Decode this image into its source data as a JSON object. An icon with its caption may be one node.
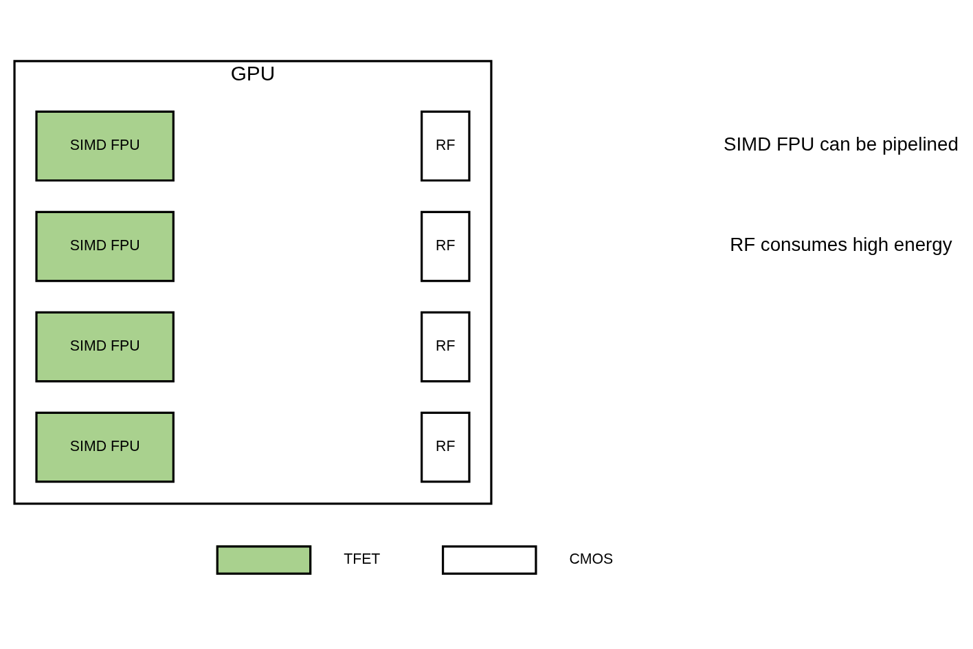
{
  "diagram": {
    "nodes": [
      {
        "text": [
          "GPU"
        ]
      },
      {
        "text": [
          "SIMD FPU"
        ],
        "in": 0
      },
      {
        "text": [
          "RF"
        ],
        "in": 0
      },
      {
        "text": [
          "SIMD FPU"
        ],
        "in": 0
      },
      {
        "text": [
          "RF"
        ],
        "in": 0
      },
      {
        "text": [
          "SIMD FPU"
        ],
        "in": 0
      },
      {
        "text": [
          "RF"
        ],
        "in": 0
      },
      {
        "text": [
          "SIMD FPU"
        ],
        "in": 0
      },
      {
        "text": [
          "RF"
        ],
        "in": 0
      }
    ],
    "edges": [],
    "labels": [
      "SIMD FPU can be pipelined",
      "RF consumes high energy"
    ],
    "legend": [
      {
        "text": "TFET",
        "color": "#a9d18e"
      },
      {
        "text": "CMOS",
        "color": "#ffffff"
      }
    ]
  }
}
